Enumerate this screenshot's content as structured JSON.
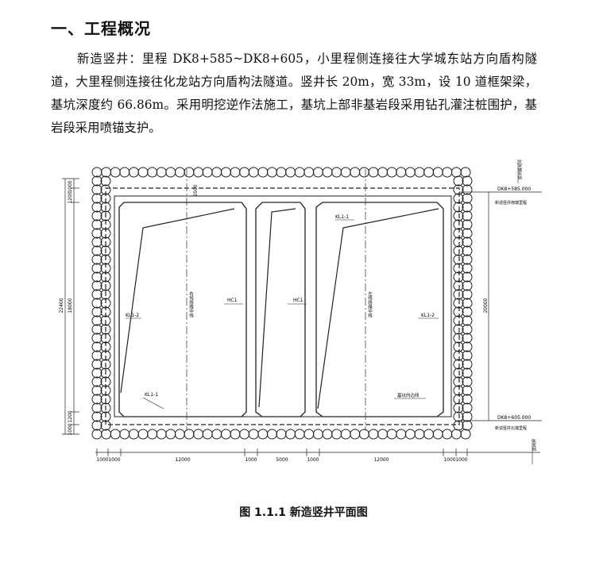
{
  "heading": "一、工程概况",
  "paragraph": "新造竖井：里程 DK8+585~DK8+605，小里程侧连接往大学城东站方向盾构隧道，大里程侧连接往化龙站方向盾构法隧道。竖井长 20m，宽 33m，设 10 道框架梁，基坑深度约 66.86m。采用明挖逆作法施工，基坑上部非基岩段采用钻孔灌注桩围护，基岩段采用喷锚支护。",
  "figure": {
    "caption": "图 1.1.1  新造竖井平面图",
    "dims_left": [
      "1000",
      "1200",
      "18000",
      "1200",
      "1000"
    ],
    "dim_total_left": "22400",
    "dim_top": "2500",
    "dim_right": "20000",
    "dims_bottom": [
      "1000",
      "1000",
      "12000",
      "1000",
      "5000",
      "1000",
      "12000",
      "1000",
      "1000"
    ],
    "labels": {
      "kl1_1_top": "KL1-1",
      "kl1_2_left": "KL1-2",
      "kl1_2_right": "KL1-2",
      "kl1_1_bottom": "KL1-1",
      "hc1_left": "HC1",
      "hc1_mid": "HC1",
      "center_line_right": "右线线路中线",
      "center_line_left": "左线线路中线",
      "pit_line": "基坑内边线",
      "top_station": "DK8+585.000",
      "top_station_note": "新造竖井南端里程",
      "bottom_station": "DK8+605.000",
      "bottom_station_note": "新造竖井北端里程",
      "dir_top": "大学城东站",
      "dir_bottom": "化龙站"
    }
  }
}
